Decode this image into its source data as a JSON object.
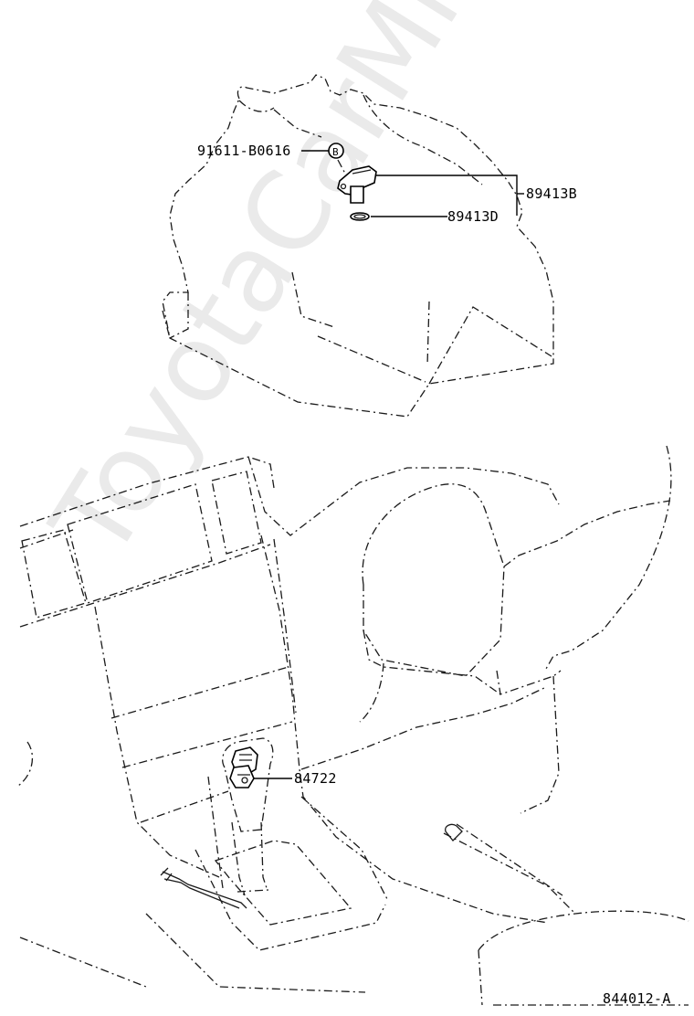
{
  "diagram": {
    "watermark": "ToyotaCarMine.ru",
    "figure_code": "844012-A",
    "callouts": {
      "bolt": "91611-B0616",
      "bolt_symbol": "B",
      "sensor": "89413B",
      "oring": "89413D",
      "switch": "84722"
    }
  }
}
